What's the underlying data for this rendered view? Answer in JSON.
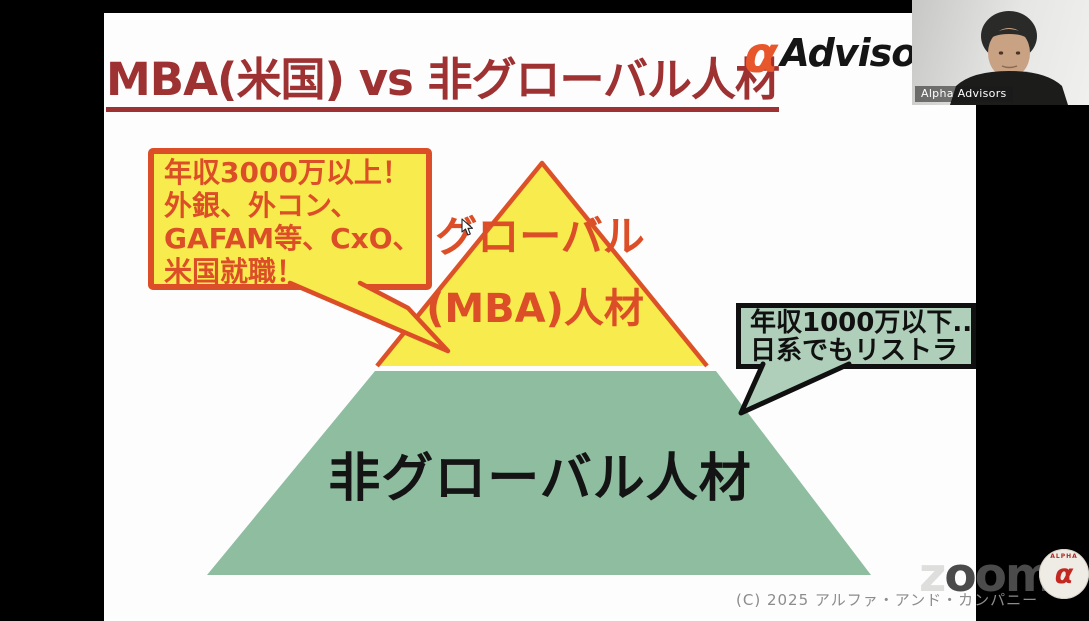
{
  "slide": {
    "title": "MBA(米国) vs 非グローバル人材",
    "logo": {
      "mark": "α",
      "name": "Advisors"
    },
    "bubble_left": {
      "lines": [
        "年収3000万以上！",
        "外銀、外コン、",
        "GAFAM等、CxO、",
        "米国就職！"
      ]
    },
    "callout_right": {
      "lines": [
        "年収1000万以下..",
        "日系でもリストラ"
      ]
    },
    "pyramid": {
      "top_label_line1": "グローバル",
      "top_label_line2": "(MBA)人材",
      "bottom_label": "非グローバル人材"
    },
    "footer": "(C) 2025  アルファ・アンド・カンパニー"
  },
  "meeting": {
    "webcam_label": "Alpha Advisors",
    "watermark_z": "z",
    "watermark_oom": "oom",
    "badge_ring_text": "ALPHA",
    "badge_letter": "α"
  },
  "colors": {
    "title_red": "#9e3132",
    "accent_orange": "#dc4e27",
    "bubble_yellow": "#f8eb4d",
    "pyramid_green": "#8ebda0",
    "callout_green": "#afcfba",
    "background_black": "#000000",
    "slide_white": "#fdfdfd"
  }
}
